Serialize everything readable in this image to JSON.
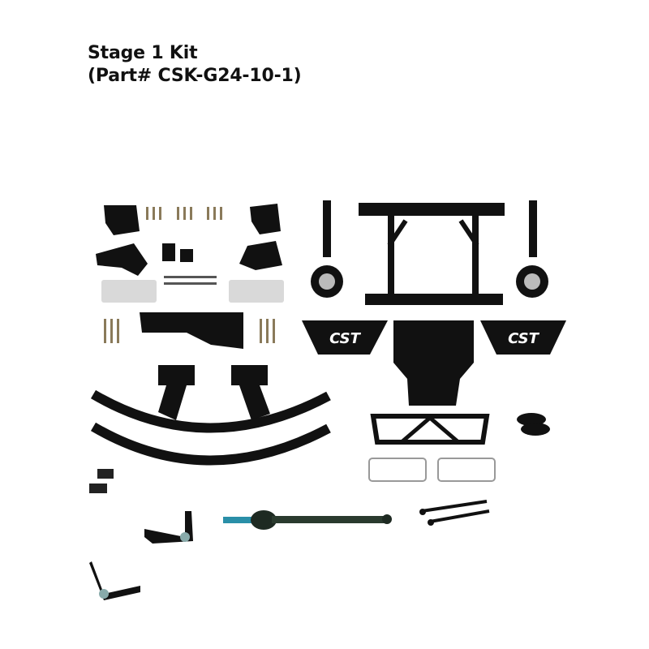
{
  "product": {
    "title_line1": "Stage 1 Kit",
    "title_line2": "(Part# CSK-G24-10-1)",
    "brand_plate_text": "CST"
  },
  "components": [
    {
      "name": "front-brackets-and-hardware"
    },
    {
      "name": "spindles-left"
    },
    {
      "name": "front-crossmember-subframe"
    },
    {
      "name": "spindles-right"
    },
    {
      "name": "cst-skid-plate-left"
    },
    {
      "name": "center-skid-plate"
    },
    {
      "name": "cst-skid-plate-right"
    },
    {
      "name": "rear-leaf-springs"
    },
    {
      "name": "rear-hanger-brackets"
    },
    {
      "name": "rear-crossmember"
    },
    {
      "name": "pitman-idler-arm-drop"
    },
    {
      "name": "u-bolts"
    },
    {
      "name": "lift-blocks"
    },
    {
      "name": "upper-control-arms"
    },
    {
      "name": "front-driveshaft"
    },
    {
      "name": "tie-rods"
    }
  ],
  "colors": {
    "background": "#ffffff",
    "parts": "#111111",
    "plate": "#d9d9d9",
    "driveshaft": "#2a3a2e",
    "spline": "#2a8fa8"
  }
}
